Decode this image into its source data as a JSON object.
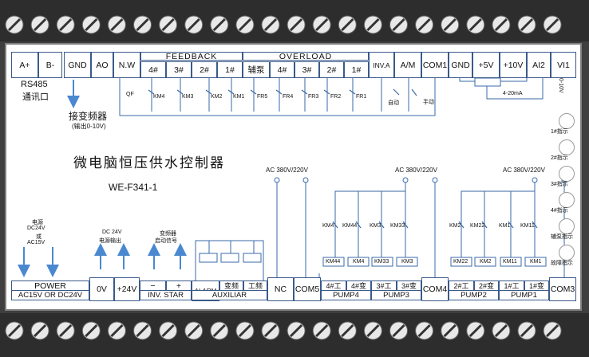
{
  "controller": {
    "title": "微电脑恒压供水控制器",
    "model": "WE-F341-1"
  },
  "top_terminals": {
    "a_plus": "A+",
    "b_minus": "B-",
    "gnd": "GND",
    "ao": "AO",
    "nw": "N.W",
    "feedback_label": "FEEDBACK",
    "feedback": [
      "4#",
      "3#",
      "2#",
      "1#"
    ],
    "overload_label": "OVERLOAD",
    "overload": [
      "辅泵",
      "4#",
      "3#",
      "2#",
      "1#"
    ],
    "inva": "INV.A",
    "am": "A/M",
    "com1": "COM1",
    "gnd2": "GND",
    "plus5v": "+5V",
    "plus10v": "+10V",
    "ai2": "AI2",
    "vi1": "VI1"
  },
  "top_annotations": {
    "rs485": "RS485",
    "comm_port": "通讯口",
    "to_inverter": "接变频器",
    "output_range": "(输出0-10V)",
    "qf": "QF",
    "km_feedback": [
      "KM4",
      "KM3",
      "KM2",
      "KM1"
    ],
    "fr": [
      "FR5",
      "FR4",
      "FR3",
      "FR2",
      "FR1"
    ],
    "auto": "自动",
    "manual": "手动",
    "current_range": "4-20mA",
    "voltage_range": "0-10V"
  },
  "bottom_terminals": {
    "power_label": "POWER",
    "power_spec": "AC15V OR DC24V",
    "zero_v": "0V",
    "plus24v": "+24V",
    "minus": "−",
    "plus": "+",
    "inv_star": "INV. STAR",
    "alarm": "ALARM",
    "var_freq": "变频",
    "work_freq": "工频",
    "auxiliar": "AUXILIAR",
    "nc": "NC",
    "com5": "COM5",
    "pump4_outputs": [
      "4#工",
      "4#变"
    ],
    "pump3_outputs": [
      "3#工",
      "3#变"
    ],
    "pump4": "PUMP4",
    "pump3": "PUMP3",
    "com4": "COM4",
    "pump2_outputs": [
      "2#工",
      "2#变"
    ],
    "pump1_outputs": [
      "1#工",
      "1#变"
    ],
    "pump2": "PUMP2",
    "pump1": "PUMP1",
    "com3": "COM3"
  },
  "bottom_annotations": {
    "power_supply": "电源",
    "dc24v": "DC24V",
    "or_text": "或",
    "ac15v": "AC15V",
    "dc_output_1": "DC 24V",
    "dc_output_2": "电源输出",
    "inv_start_1": "变频器",
    "inv_start_2": "启动信号",
    "ac_voltage": "AC 380V/220V",
    "contactors_p34": [
      "KM4",
      "KM44",
      "KM3",
      "KM33"
    ],
    "coils_p34": [
      "KM44",
      "KM4",
      "KM33",
      "KM3"
    ],
    "contactors_p12": [
      "KM2",
      "KM22",
      "KM1",
      "KM11"
    ],
    "coils_p12": [
      "KM22",
      "KM2",
      "KM11",
      "KM1"
    ]
  },
  "indicators": [
    "1#指示",
    "2#指示",
    "3#指示",
    "4#指示",
    "辅泵指示",
    "故障指示"
  ],
  "colors": {
    "terminal_block": "#2d2d2d",
    "board": "#ffffff",
    "wire": "#3a6aa8",
    "arrow": "#4a88d0",
    "frame": "#3a5a8a"
  }
}
